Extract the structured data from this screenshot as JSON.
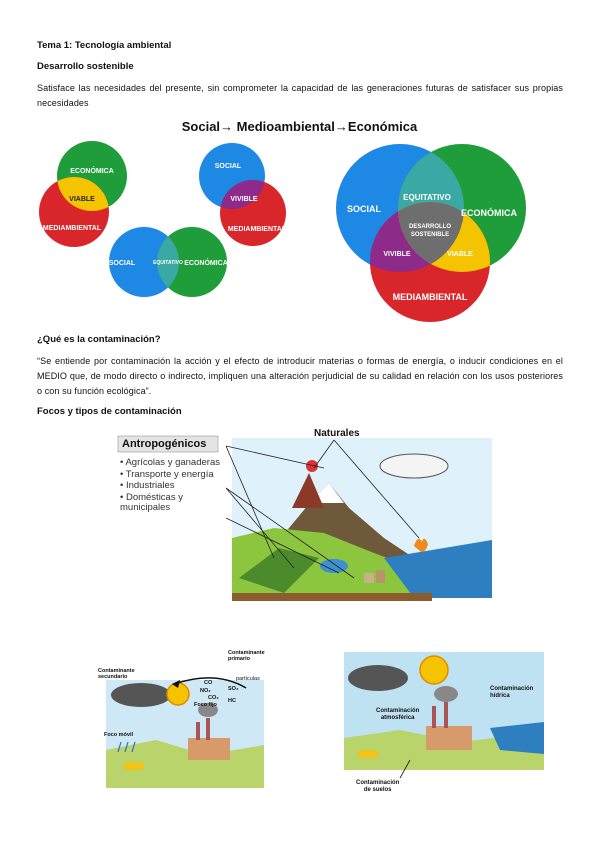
{
  "doc": {
    "tema": "Tema 1: Tecnología ambiental",
    "section1": "Desarrollo sostenible",
    "definition": "Satisface las necesidades del presente, sin comprometer la capacidad de las generaciones futuras de satisfacer sus propias necesidades",
    "diagram_title": "Social→ Medioambiental→Económica",
    "section2": "¿Qué es la contaminación?",
    "quote": "“Se entiende por contaminación la acción y el efecto de introducir materias o formas de energía, o inducir condiciones en el MEDIO que, de modo directo o indirecto, impliquen una alteración perjudicial de su calidad en relación con los usos posteriores o con su función ecológica”.",
    "section3": "Focos y tipos de contaminación"
  },
  "venn": {
    "economica": "ECONÓMICA",
    "viable": "VIABLE",
    "mediambiental": "MEDIAMBIENTAL",
    "social": "SOCIAL",
    "vivible": "VIVIBLE",
    "equitativo": "EQUITATIVO",
    "desarrollo_l1": "DESARROLLO",
    "desarrollo_l2": "SOSTENIBLE",
    "colors": {
      "green": "#1f9d3a",
      "blue": "#1e88e5",
      "red": "#d9262a",
      "yellow": "#f5c400",
      "purple": "#8e2a8a",
      "teal": "#3aa8a3",
      "gray": "#6e6e6e"
    }
  },
  "focos": {
    "antropogenicos": "Antropogénicos",
    "naturales": "Naturales",
    "items": [
      "Agrícolas y ganaderas",
      "Transporte y energía",
      "Industriales",
      "Domésticas y municipales"
    ]
  },
  "pic1": {
    "contaminante_secundario_l1": "Contaminante",
    "contaminante_secundario_l2": "secundario",
    "contaminante_primario_l1": "Contaminante",
    "contaminante_primario_l2": "primario",
    "particulas": "partículas",
    "co": "CO",
    "no2": "NO₂",
    "co2": "CO₂",
    "so2": "SO₂",
    "hc": "HC",
    "foco_fijo": "Foco fijo",
    "foco_movil": "Foco móvil"
  },
  "pic2": {
    "contaminacion": "Contaminación",
    "hidrica": "hídrica",
    "atmosferica": "atmosférica",
    "suelos": "de suelos"
  }
}
